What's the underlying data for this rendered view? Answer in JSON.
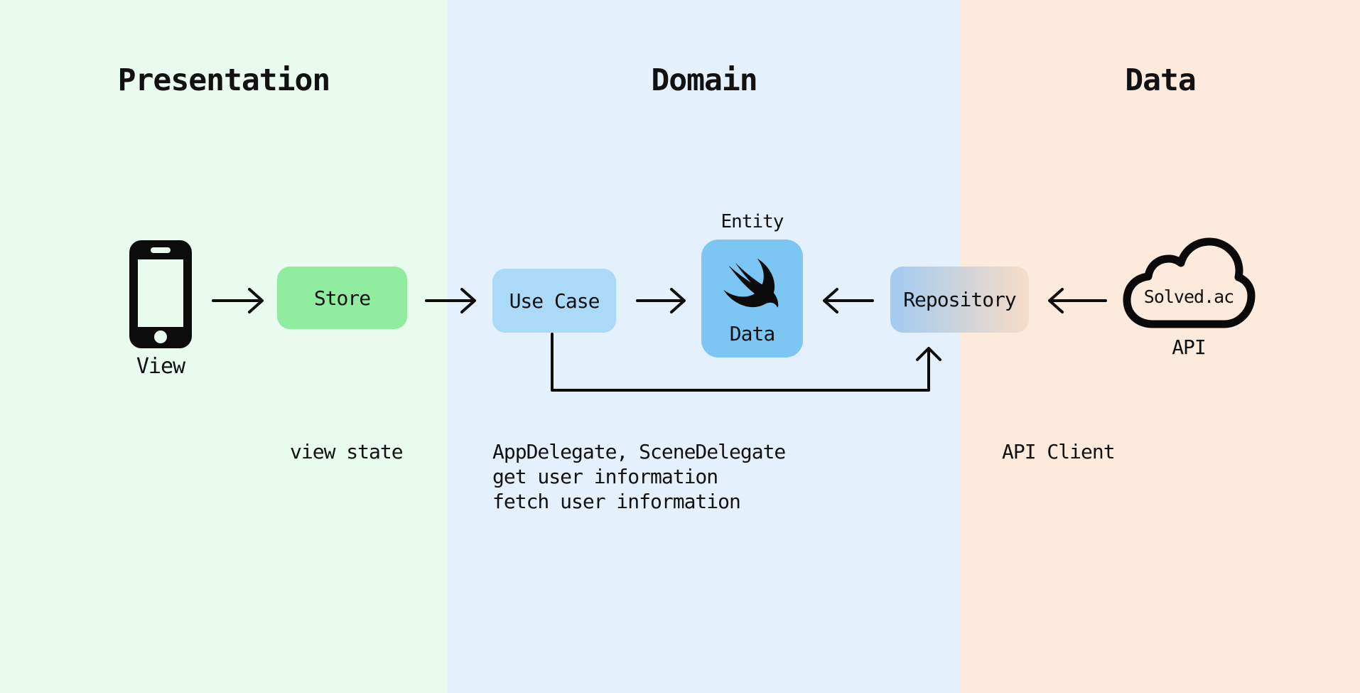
{
  "diagram": {
    "columns": [
      {
        "id": "presentation",
        "title": "Presentation",
        "bg": "#e8fbee"
      },
      {
        "id": "domain",
        "title": "Domain",
        "bg": "#e4f0fb"
      },
      {
        "id": "data",
        "title": "Data",
        "bg": "#fceadd"
      }
    ],
    "nodes": {
      "view": {
        "label": "View",
        "icon": "smartphone-icon"
      },
      "store": {
        "label": "Store",
        "color": "#90ec9e"
      },
      "use_case": {
        "label": "Use Case",
        "color": "#abd9f8"
      },
      "entity": {
        "caption": "Entity",
        "label": "Data",
        "color": "#7dc6f3",
        "icon": "swift-logo-icon"
      },
      "repository": {
        "label": "Repository",
        "gradient": [
          "#a2cbf2",
          "#f8dcc6"
        ]
      },
      "api": {
        "label": "Solved.ac",
        "sublabel": "API",
        "icon": "cloud-icon"
      }
    },
    "annotations": {
      "presentation": "view state",
      "domain_lines": [
        "AppDelegate, SceneDelegate",
        "get user information",
        "fetch user information"
      ],
      "data": "API Client"
    },
    "connections": [
      {
        "from": "view",
        "to": "store",
        "direction": "right"
      },
      {
        "from": "store",
        "to": "use_case",
        "direction": "right"
      },
      {
        "from": "use_case",
        "to": "entity",
        "direction": "right"
      },
      {
        "from": "repository",
        "to": "entity",
        "direction": "left"
      },
      {
        "from": "api",
        "to": "repository",
        "direction": "left"
      },
      {
        "from": "use_case",
        "to": "repository",
        "direction": "up-elbow"
      }
    ],
    "colors": {
      "line": "#0d0d0d",
      "icon": "#0b0b0b"
    }
  }
}
